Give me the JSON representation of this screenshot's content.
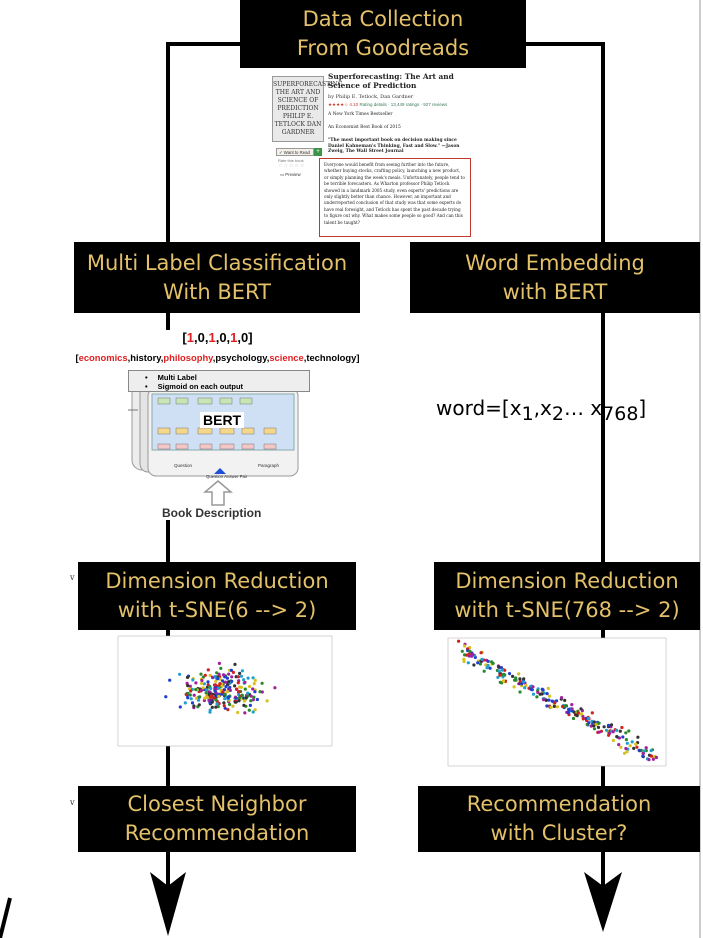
{
  "nodes": {
    "data_collection": {
      "line1": "Data Collection",
      "line2": "From Goodreads"
    },
    "multi_label": {
      "line1": "Multi Label Classification",
      "line2": "With BERT"
    },
    "word_embedding": {
      "line1": "Word Embedding",
      "line2": "with BERT"
    },
    "dim_red_left": {
      "line1": "Dimension Reduction",
      "line2": "with t-SNE(6 --> 2)"
    },
    "dim_red_right": {
      "line1": "Dimension Reduction",
      "line2": "with t-SNE(768 --> 2)"
    },
    "closest_neighbor": {
      "line1": "Closest Neighbor",
      "line2": "Recommendation"
    },
    "recommend_cluster": {
      "line1": "Recommendation",
      "line2": "with Cluster?"
    }
  },
  "book": {
    "cover_text": "SUPERFORECASTING THE ART AND SCIENCE OF PREDICTION PHILIP E. TETLOCK DAN GARDNER",
    "title": "Superforecasting: The Art and Science of Prediction",
    "authors": "by Philip E. Tetlock, Dan Gardner",
    "rating": "★★★★☆ 4.10",
    "rating_details": "Rating details · 13,449 ratings · 927 reviews",
    "line1": "A New York Times Bestseller",
    "line2": "An Economist Best Book of 2015",
    "quote": "\"The most important book on decision making since Daniel Kahneman's Thinking, Fast and Slow.\" —Jason Zweig, The Wall Street Journal",
    "want_to_read": "✓ Want to Read",
    "rate_this": "Rate this book",
    "stars": "☆☆☆☆☆",
    "preview": "Preview",
    "description": "Everyone would benefit from seeing further into the future, whether buying stocks, crafting policy, launching a new product, or simply planning the week's meals. Unfortunately, people tend to be terrible forecasters. As Wharton professor Philip Tetlock showed in a landmark 2005 study, even experts' predictions are only slightly better than chance. However, an important and underreported conclusion of that study was that some experts do have real foresight, and Tetlock has spent the past decade trying to figure out why. What makes some people so good? And can this talent be taught?"
  },
  "label_vector": {
    "open": "[",
    "values": [
      "1",
      "0",
      "1",
      "0",
      "1",
      "0"
    ],
    "close": "]"
  },
  "label_names": {
    "open": "[",
    "items": [
      "economics",
      "history",
      "philosophy",
      "psychology",
      "science",
      "technology"
    ],
    "close": "]"
  },
  "bert_figure": {
    "bullets": [
      "Multi Label",
      "Sigmoid on each output"
    ],
    "title": "BERT",
    "question": "Question",
    "paragraph": "Paragraph",
    "qa_pair": "Question Answer Pair"
  },
  "book_description_label": "Book Description",
  "word_embedding": {
    "prefix": "word=[x",
    "s1": "1",
    "mid1": ",x",
    "s2": "2",
    "mid2": "… x",
    "s3": "768",
    "suffix": "]"
  },
  "colors": {
    "box_bg": "#000000",
    "box_text": "#e3c06a",
    "highlight": "#e02020"
  }
}
